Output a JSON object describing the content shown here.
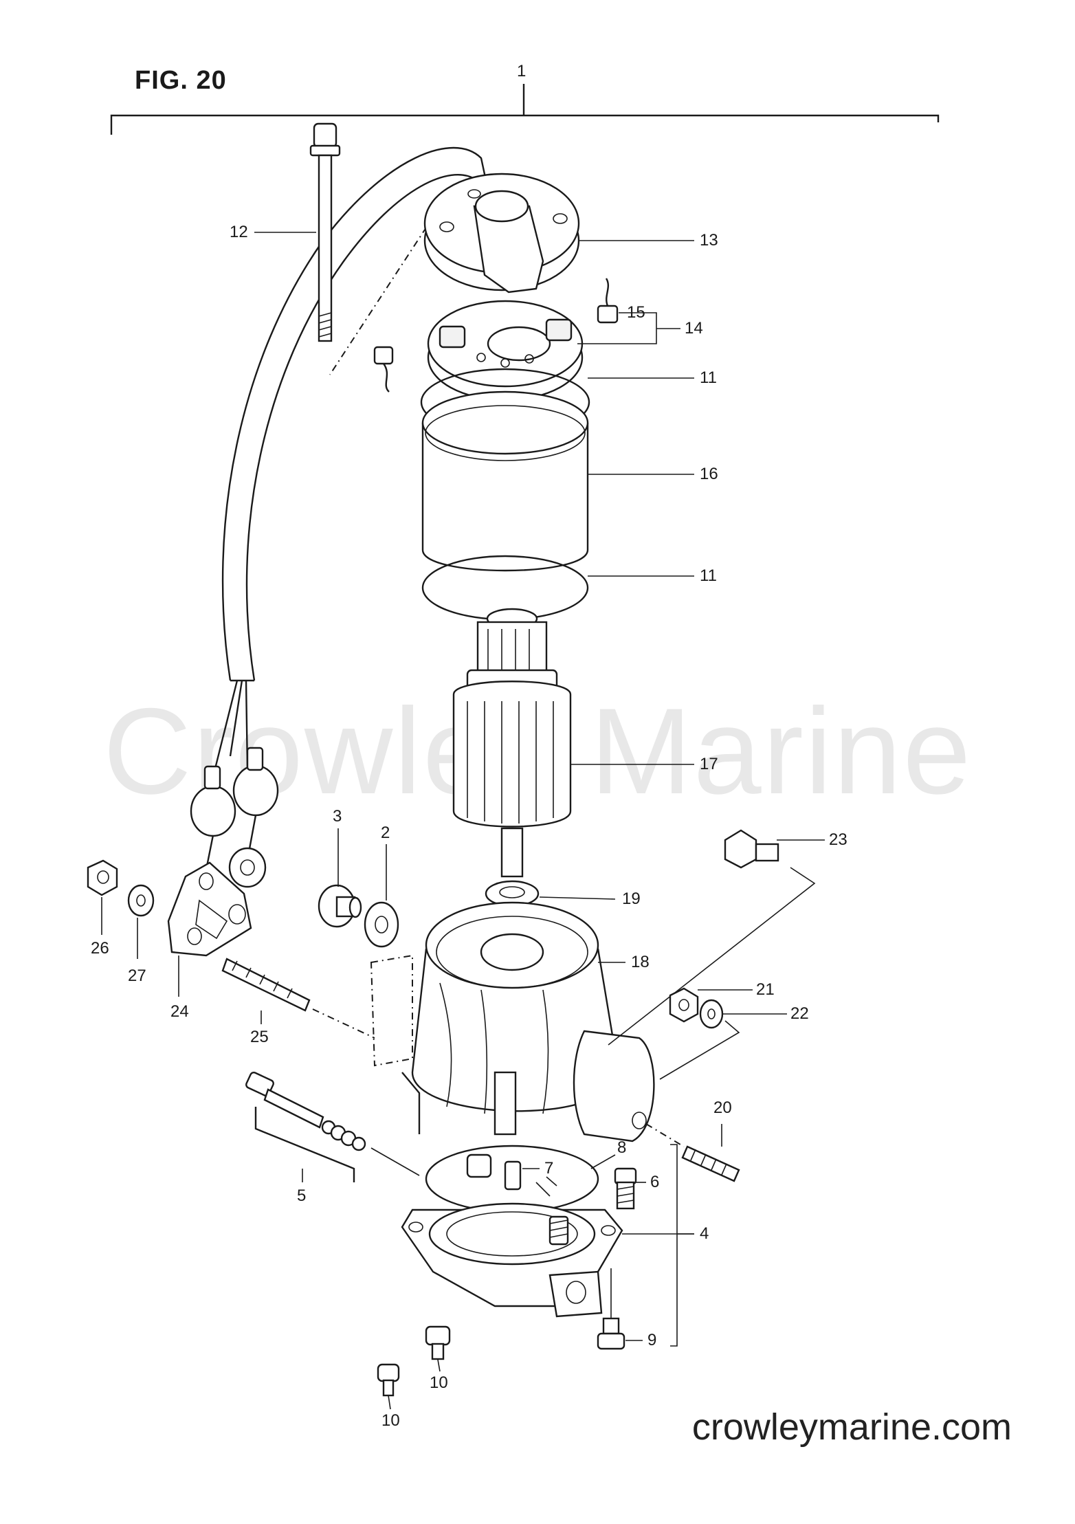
{
  "figure": {
    "title": "FIG. 20"
  },
  "watermark": {
    "text": "Crowley Marine"
  },
  "site": {
    "text": "crowleymarine.com"
  },
  "callouts": [
    {
      "id": "1",
      "label": "1"
    },
    {
      "id": "2",
      "label": "2"
    },
    {
      "id": "3",
      "label": "3"
    },
    {
      "id": "4",
      "label": "4"
    },
    {
      "id": "5",
      "label": "5"
    },
    {
      "id": "6",
      "label": "6"
    },
    {
      "id": "7",
      "label": "7"
    },
    {
      "id": "8",
      "label": "8"
    },
    {
      "id": "9",
      "label": "9"
    },
    {
      "id": "10a",
      "label": "10"
    },
    {
      "id": "10b",
      "label": "10"
    },
    {
      "id": "11a",
      "label": "11"
    },
    {
      "id": "11b",
      "label": "11"
    },
    {
      "id": "12",
      "label": "12"
    },
    {
      "id": "13",
      "label": "13"
    },
    {
      "id": "14",
      "label": "14"
    },
    {
      "id": "15",
      "label": "15"
    },
    {
      "id": "16",
      "label": "16"
    },
    {
      "id": "17",
      "label": "17"
    },
    {
      "id": "18",
      "label": "18"
    },
    {
      "id": "19",
      "label": "19"
    },
    {
      "id": "20",
      "label": "20"
    },
    {
      "id": "21",
      "label": "21"
    },
    {
      "id": "22",
      "label": "22"
    },
    {
      "id": "23",
      "label": "23"
    },
    {
      "id": "24",
      "label": "24"
    },
    {
      "id": "25",
      "label": "25"
    },
    {
      "id": "26",
      "label": "26"
    },
    {
      "id": "27",
      "label": "27"
    }
  ]
}
